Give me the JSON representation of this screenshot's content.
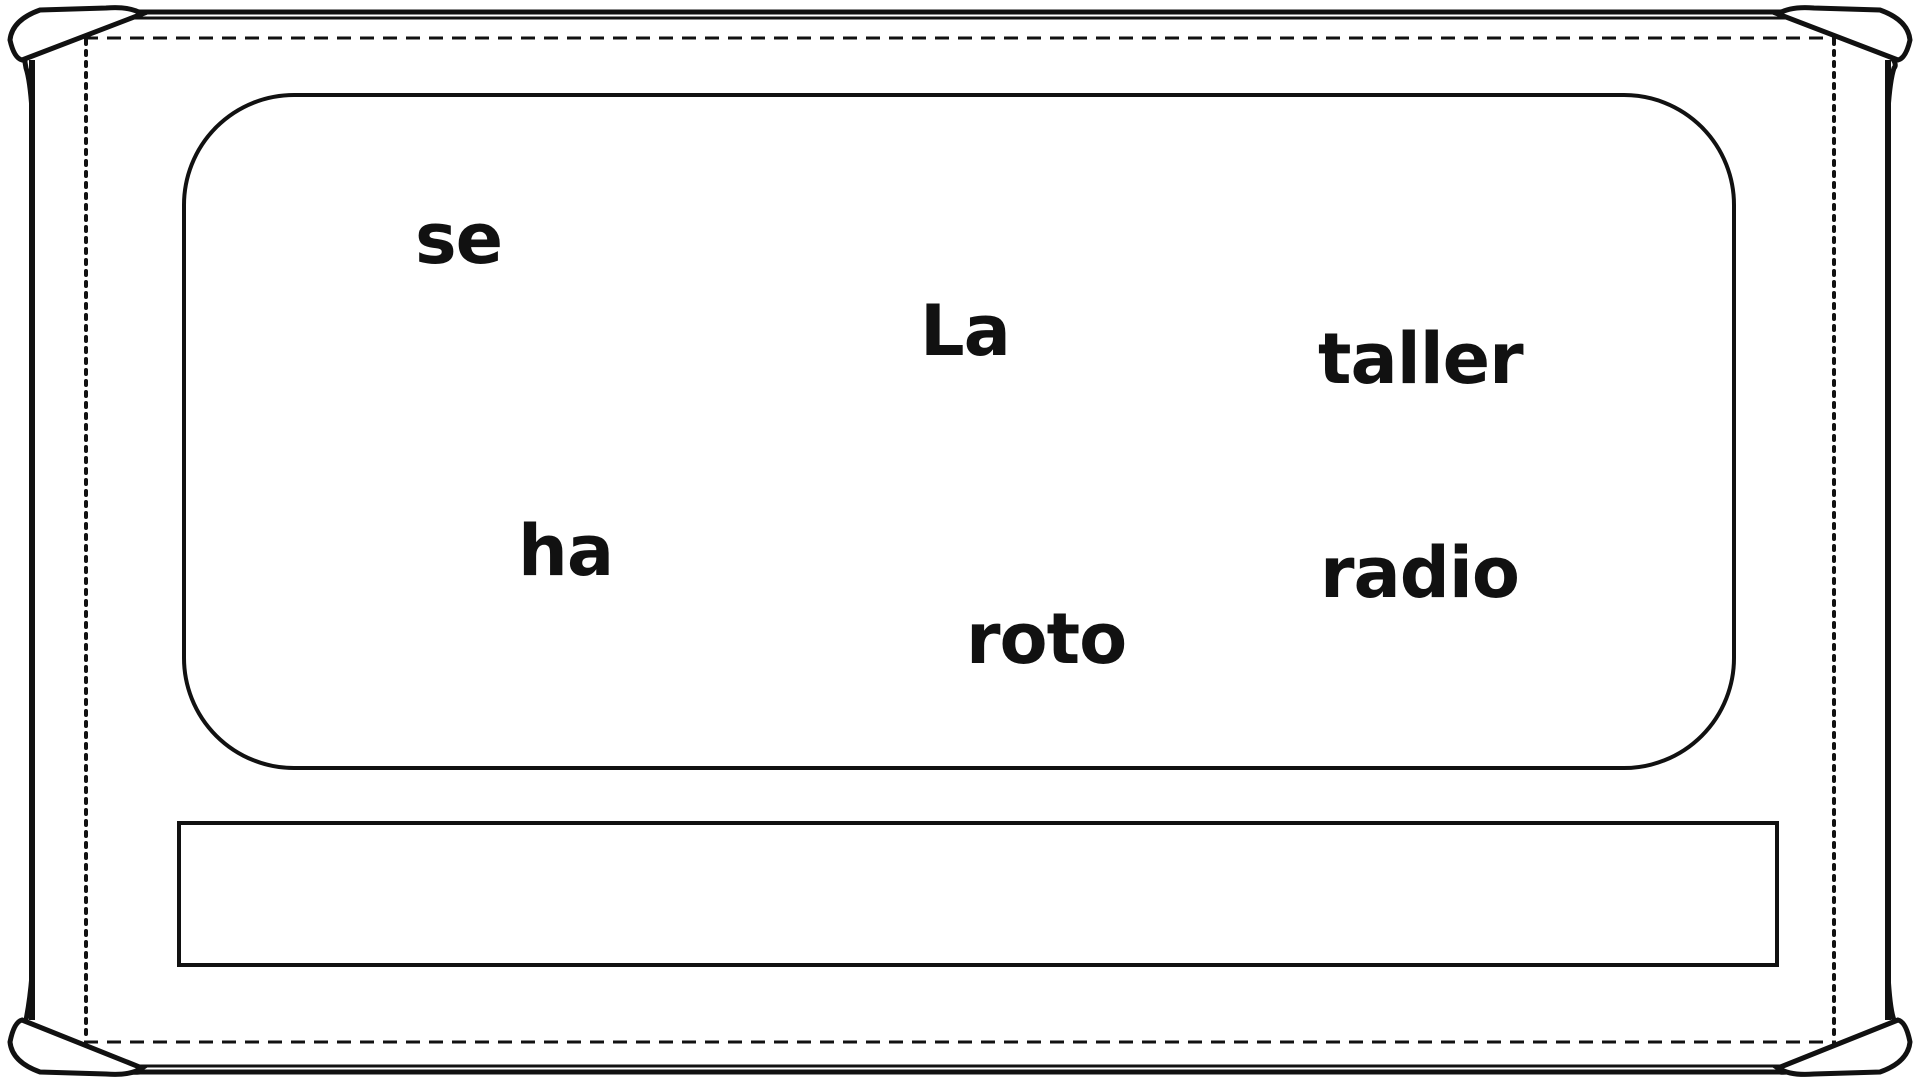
{
  "words": {
    "se": "se",
    "la": "La",
    "taller": "taller",
    "ha": "ha",
    "radio": "radio",
    "roto": "roto"
  },
  "answer": {
    "value": ""
  },
  "colors": {
    "ink": "#111111",
    "background": "#ffffff"
  },
  "icons": {
    "frame": "cushion-frame-with-stitching"
  }
}
